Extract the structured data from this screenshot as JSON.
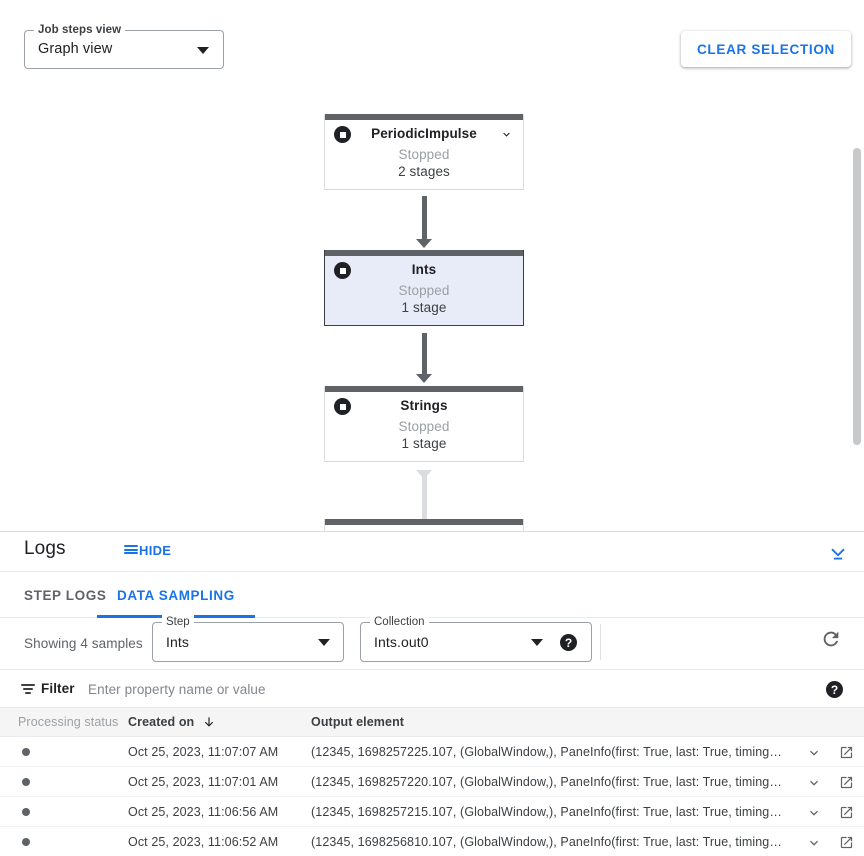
{
  "graph": {
    "view_select": {
      "legend": "Job steps view",
      "value": "Graph view",
      "caret_icon": "caret-down-icon"
    },
    "clear_selection_label": "CLEAR SELECTION",
    "nodes": [
      {
        "title": "PeriodicImpulse",
        "status": "Stopped",
        "stages": "2 stages",
        "selected": false,
        "has_chevron": true,
        "icon": "stop-circle-icon"
      },
      {
        "title": "Ints",
        "status": "Stopped",
        "stages": "1 stage",
        "selected": true,
        "has_chevron": false,
        "icon": "stop-circle-icon"
      },
      {
        "title": "Strings",
        "status": "Stopped",
        "stages": "1 stage",
        "selected": false,
        "has_chevron": false,
        "icon": "stop-circle-icon"
      }
    ]
  },
  "logs": {
    "title": "Logs",
    "hide_label": "HIDE",
    "hide_icon": "list-lines-icon",
    "collapse_icon": "expand-less-to-bottom-icon",
    "tabs": [
      {
        "label": "STEP LOGS",
        "active": false
      },
      {
        "label": "DATA SAMPLING",
        "active": true
      }
    ]
  },
  "sampling": {
    "showing_text": "Showing 4 samples",
    "step": {
      "legend": "Step",
      "value": "Ints",
      "caret_icon": "caret-down-icon"
    },
    "collection": {
      "legend": "Collection",
      "value": "Ints.out0",
      "caret_icon": "caret-down-icon"
    },
    "help_icon": "help-circle-icon",
    "help_glyph": "?",
    "refresh_icon": "refresh-icon"
  },
  "filter": {
    "icon": "filter-list-icon",
    "label": "Filter",
    "placeholder": "Enter property name or value",
    "value": "",
    "help_icon": "help-circle-icon",
    "help_glyph": "?"
  },
  "table": {
    "columns": [
      "Processing status",
      "Created on",
      "Output element"
    ],
    "sort_icon": "arrow-down-icon",
    "sorted_column": "Created on",
    "row_expand_icon": "chevron-down-icon",
    "row_open_icon": "open-in-new-icon",
    "rows": [
      {
        "status_icon": "status-dot",
        "created_on": "Oct 25, 2023, 11:07:07 AM",
        "output_element": "(12345, 1698257225.107, (GlobalWindow,), PaneInfo(first: True, last: True, timing…"
      },
      {
        "status_icon": "status-dot",
        "created_on": "Oct 25, 2023, 11:07:01 AM",
        "output_element": "(12345, 1698257220.107, (GlobalWindow,), PaneInfo(first: True, last: True, timing…"
      },
      {
        "status_icon": "status-dot",
        "created_on": "Oct 25, 2023, 11:06:56 AM",
        "output_element": "(12345, 1698257215.107, (GlobalWindow,), PaneInfo(first: True, last: True, timing…"
      },
      {
        "status_icon": "status-dot",
        "created_on": "Oct 25, 2023, 11:06:52 AM",
        "output_element": "(12345, 1698256810.107, (GlobalWindow,), PaneInfo(first: True, last: True, timing…"
      }
    ]
  },
  "colors": {
    "accent": "#1a73e8",
    "node_bar": "#5f6368",
    "selected_node_bg": "#e8ecf8",
    "text_primary": "#202124",
    "text_secondary": "#5f6368",
    "text_muted": "#9aa0a6"
  }
}
